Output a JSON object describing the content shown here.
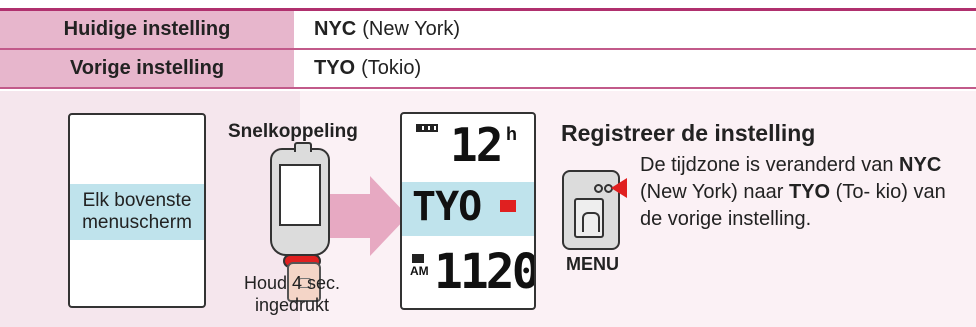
{
  "colors": {
    "rule": "#b0306e",
    "label_bg": "#e7b6cc",
    "panel_bg": "#f5e6ed",
    "highlight": "#bfe3ec",
    "accent_red": "#e02020"
  },
  "settings_table": {
    "rows": [
      {
        "label": "Huidige instelling",
        "code": "NYC",
        "name": "(New York)"
      },
      {
        "label": "Vorige instelling",
        "code": "TYO",
        "name": "(Tokio)"
      }
    ]
  },
  "illustration": {
    "menu_screen_text": [
      "Elk bovenste",
      "menuscherm"
    ],
    "shortcut_title": "Snelkoppeling",
    "hold_text": [
      "Houd 4 sec.",
      "ingedrukt"
    ],
    "display": {
      "hour": "12",
      "hour_suffix": "h",
      "zone": "TYO",
      "am": "AM",
      "time": "1120"
    },
    "register_title": "Registreer de instelling",
    "description": {
      "before": "De tijdzone is veranderd van",
      "from_code": "NYC",
      "from_name": "(New York) naar",
      "to_code": "TYO",
      "to_name": "(To-",
      "rest": "kio) van de vorige instelling."
    },
    "menu_label": "MENU"
  }
}
